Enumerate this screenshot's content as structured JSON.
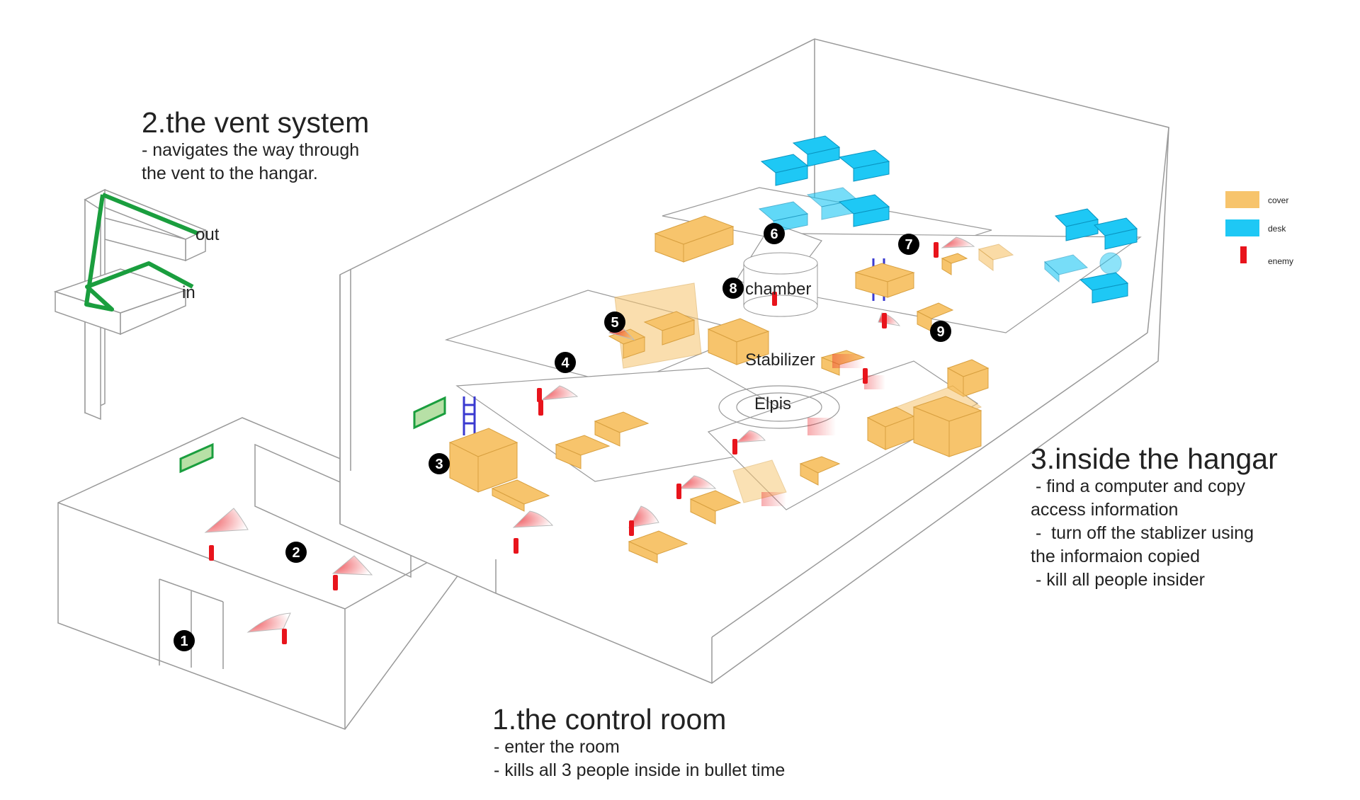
{
  "sections": {
    "vent": {
      "title": "2.the vent system",
      "lines": [
        "- navigates the way through",
        "the vent to the hangar."
      ]
    },
    "hangar": {
      "title": "3.inside the hangar",
      "lines": [
        " - find a computer and copy",
        "access information",
        " -  turn off the stablizer using",
        "the informaion copied",
        " - kill all people insider"
      ]
    },
    "control": {
      "title": "1.the control room",
      "lines": [
        "- enter the room",
        "- kills all 3 people inside in bullet time"
      ]
    }
  },
  "vent_labels": {
    "out": "out",
    "in": "in"
  },
  "room_labels": {
    "chamber": "chamber",
    "stabilizer": "Stabilizer",
    "elpis": "Elpis"
  },
  "markers": [
    "1",
    "2",
    "3",
    "4",
    "5",
    "6",
    "7",
    "8",
    "9"
  ],
  "legend": [
    {
      "label": "cover",
      "color": "#f7c46c"
    },
    {
      "label": "desk",
      "color": "#1ec8f5"
    },
    {
      "label": "enemy",
      "color": "#e8141c"
    }
  ],
  "colors": {
    "path_green": "#1a9e3e",
    "ladder": "#3a3ad0",
    "cover": "#f7c46c",
    "desk": "#1ec8f5",
    "enemy": "#e8141c"
  }
}
